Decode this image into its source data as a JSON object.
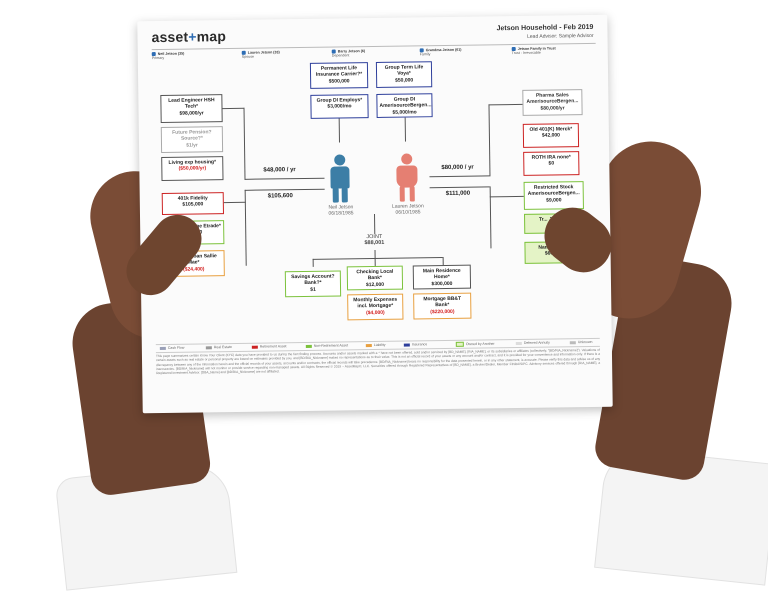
{
  "header": {
    "logo_left": "asset",
    "logo_plus": "+",
    "logo_right": "map",
    "household_title": "Jetson Household - Feb 2019",
    "lead_advisor": "Lead Advisor: Sample Advisor"
  },
  "people": [
    {
      "name": "Neil Jetson (35)",
      "role": "Primary"
    },
    {
      "name": "Lauren Jetson (33)",
      "role": "Spouse"
    },
    {
      "name": "Barry Jetson (6)",
      "role": "Dependent"
    },
    {
      "name": "Grandma Jetson (61)",
      "role": "Family"
    },
    {
      "name": "Jetson Family in Trust",
      "role": "Trust - Irrevocable"
    }
  ],
  "insurance_top": [
    {
      "label": "Permanent Life Insurance Carrier?*",
      "value": "$500,000"
    },
    {
      "label": "Group Term Life Voya*",
      "value": "$50,000"
    },
    {
      "label": "Group DI Employs*",
      "value": "$3,000/mo"
    },
    {
      "label": "Group DI AmerisourceBergen...",
      "value": "$5,000/mo"
    }
  ],
  "neil_left": [
    {
      "label": "Lead Engineer HSH Tech*",
      "value": "$98,000/yr"
    },
    {
      "label": "Future Pension? Source?*",
      "value": "$1/yr"
    },
    {
      "label": "Living exp housing*",
      "value": "($50,000/yr)"
    },
    {
      "label": "401k Fidelity",
      "value": "$105,000"
    },
    {
      "label": "Adv. Brokerage Etrade*",
      "value": "$25,000"
    },
    {
      "label": "Student Loan Sallie Mae*",
      "value": "($24,400)"
    }
  ],
  "lauren_right": [
    {
      "label": "Pharma Sales AmerisourceBergen...",
      "value": "$80,000/yr"
    },
    {
      "label": "Old 401(K) Merck*",
      "value": "$42,000"
    },
    {
      "label": "ROTH IRA none*",
      "value": "$0"
    },
    {
      "label": "Restricted Stock AmerisourceBergen...",
      "value": "$9,000"
    },
    {
      "label": "Tr... Jetson...",
      "value": ""
    },
    {
      "label": "Nam... TD B...",
      "value": "$60,00..."
    }
  ],
  "flows": {
    "neil_income": "$48,000 / yr",
    "neil_assets": "$105,600",
    "lauren_income": "$80,000 / yr",
    "lauren_assets": "$111,000"
  },
  "figures": {
    "neil_name": "Neil Jetson",
    "neil_dob": "06/18/1985",
    "lauren_name": "Lauren Jetson",
    "lauren_dob": "06/10/1985"
  },
  "joint": {
    "label": "JOINT",
    "value": "$88,001",
    "accounts": [
      {
        "label": "Savings Account? Bank?*",
        "value": "$1"
      },
      {
        "label": "Checking Local Bank*",
        "value": "$12,000"
      },
      {
        "label": "Monthly Expenses incl. Mortgage*",
        "value": "($4,000)"
      },
      {
        "label": "Main Residence Home*",
        "value": "$300,000"
      },
      {
        "label": "Mortgage BB&T Bank*",
        "value": "($220,000)"
      }
    ]
  },
  "legend": [
    {
      "label": "Cash Flow",
      "color": "#9aa0b8"
    },
    {
      "label": "Real Estate",
      "color": "#9a9a9a"
    },
    {
      "label": "Retirement Asset",
      "color": "#cc2222"
    },
    {
      "label": "Non-Retirement Asset",
      "color": "#7cc23c"
    },
    {
      "label": "Liability",
      "color": "#e8a040"
    },
    {
      "label": "Insurance",
      "color": "#2e3f9b"
    },
    {
      "label": "Owned by Another",
      "color": "#e4f3c6"
    },
    {
      "label": "Deferred Annuity",
      "color": "#dddddd"
    },
    {
      "label": "Unknown",
      "color": "#bbbbbb"
    }
  ],
  "disclaimer": "This page summarizes certain Know Your Client (KYC) data you have provided to us during the fact finding process. Accounts and/or assets marked with a * have not been offered, sold and/or serviced by [BD_NAME], [RIA_NAME], or its subsidiaries or affiliates (collectively, \"[BD/RIA_Nickname]\"). Valuations of certain assets such as real estate or personal property are based on estimates provided by you, and [BD/RIA_Nickname] makes no representations as to their value. This is not an official record of your assets or any account and/or contract, and it is provided for your convenience and information only. If there is a discrepancy between any of the information herein and the official records of your assets, accounts and/or contracts, the official records will take precedence. [BD/RIA_Nickname] bears no responsibility for the data presented herein, or in any other statement, is accurate. Please verify this data and advise us of any inaccuracies. [BD/RIA_Nickname] will not monitor or provide service regarding non-managed assets. All Rights Reserved © 2019 – AssetMap®, LLC. Securities offered through Registered Representatives of [BD_NAME], a Broker/Dealer, Member FINRA/SIPC. Advisory services offered through [RIA_NAME], a Registered Investment Advisor. [DBA_Name] and [BD/RIA_Nickname] are not affiliated."
}
